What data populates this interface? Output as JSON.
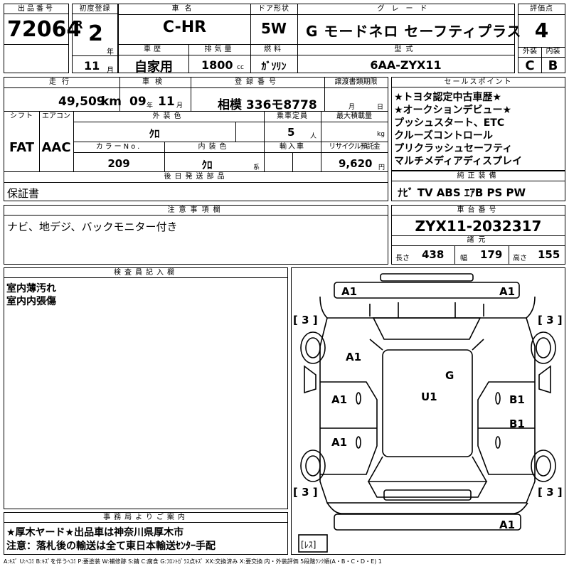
{
  "top": {
    "lot_no_label": "出品番号",
    "lot_no": "72064",
    "first_reg_label": "初度登録",
    "era": "R",
    "reg_year": "2",
    "year_unit": "年",
    "reg_month": "11",
    "month_unit": "月",
    "car_name_label": "車名",
    "car_name": "C-HR",
    "door_label": "ドア形状",
    "door": "5W",
    "grade_label": "グレード",
    "grade": "G モードネロ セーフティプラス",
    "score_label": "評価点",
    "score": "4",
    "history_label": "車歴",
    "history": "自家用",
    "displacement_label": "排気量",
    "displacement": "1800",
    "displacement_unit": "cc",
    "fuel_label": "燃料",
    "fuel": "ｶﾞｿﾘﾝ",
    "model_label": "型式",
    "model": "6AA-ZYX11",
    "exterior_label": "外装",
    "exterior": "C",
    "interior_label": "内装",
    "interior": "B"
  },
  "row2": {
    "mileage_label": "走行",
    "mileage": "49,509",
    "mileage_unit": "km",
    "inspection_label": "車検",
    "insp_year": "09",
    "insp_year_unit": "年",
    "insp_month": "11",
    "insp_month_unit": "月",
    "reg_no_label": "登録番号",
    "reg_no": "相模 336モ8778",
    "transfer_label": "譲渡書類期限",
    "transfer_month_unit": "月",
    "transfer_day_unit": "日",
    "shift_label": "シフト",
    "shift": "FAT",
    "ac_label": "エアコン",
    "ac": "AAC",
    "ext_color_label": "外装色",
    "ext_color": "ｸﾛ",
    "capacity_label": "乗車定員",
    "capacity": "5",
    "capacity_unit": "人",
    "load_label": "最大積載量",
    "load_unit": "kg",
    "color_no_label": "カラーNo.",
    "color_no": "209",
    "int_color_label": "内装色",
    "int_color": "ｸﾛ",
    "int_color_unit": "系",
    "import_label": "輸入車",
    "recycle_label": "リサイクル預託金",
    "recycle": "9,620",
    "recycle_unit": "円",
    "later_parts_label": "後日発送部品",
    "later_parts": "保証書"
  },
  "sales": {
    "label": "セールスポイント",
    "lines": [
      "★トヨタ認定中古車歴★",
      "★オークションデビュー★",
      "プッシュスタート、ETC",
      "クルーズコントロール",
      "プリクラッシュセーフティ",
      "マルチメディアディスプレイ"
    ]
  },
  "equipment": {
    "label": "純正装備",
    "items": "ﾅﾋﾞ TV ABS ｴｱB PS PW"
  },
  "notes": {
    "label": "注意事項欄",
    "text": "ナビ、地デジ、バックモニター付き"
  },
  "chassis": {
    "label": "車台番号",
    "value": "ZYX11-2032317",
    "spec_label": "諸元",
    "length_label": "長さ",
    "length": "438",
    "width_label": "幅",
    "width": "179",
    "height_label": "高さ",
    "height": "155"
  },
  "inspector": {
    "label": "検査員記入欄",
    "lines": [
      "室内薄汚れ",
      "室内内張傷"
    ]
  },
  "office": {
    "label": "事務局よりご案内",
    "line1": "★厚木ヤード★出品車は神奈川県厚木市",
    "line2": "注意：落札後の輸送は全て東日本輸送ｾﾝﾀｰ手配"
  },
  "diagram": {
    "marks": {
      "front_left": "A1",
      "front_right": "A1",
      "tire_fl": "3",
      "tire_fr": "3",
      "tire_rl": "3",
      "tire_rr": "3",
      "fender_left": "A1",
      "glass": "G",
      "door_fl": "A1",
      "roof": "U1",
      "door_fr": "B1",
      "door_rr": "B1",
      "door_rl": "A1",
      "rear": "A1",
      "spare": "ﾚｽ"
    }
  },
  "legend": "A:ｷｽﾞ U:ﾍｺﾐ B:ｷｽﾞを伴うﾍｺﾐ P:要塗装 W:補修跡 S:錆 C:腐食 G:ﾌﾛﾝﾄｶﾞﾗｽ点ｷｽﾞ XX:交換済み X:要交換 内・外装評価 5段階ﾗﾝｸ順(A・B・C・D・E) 1"
}
